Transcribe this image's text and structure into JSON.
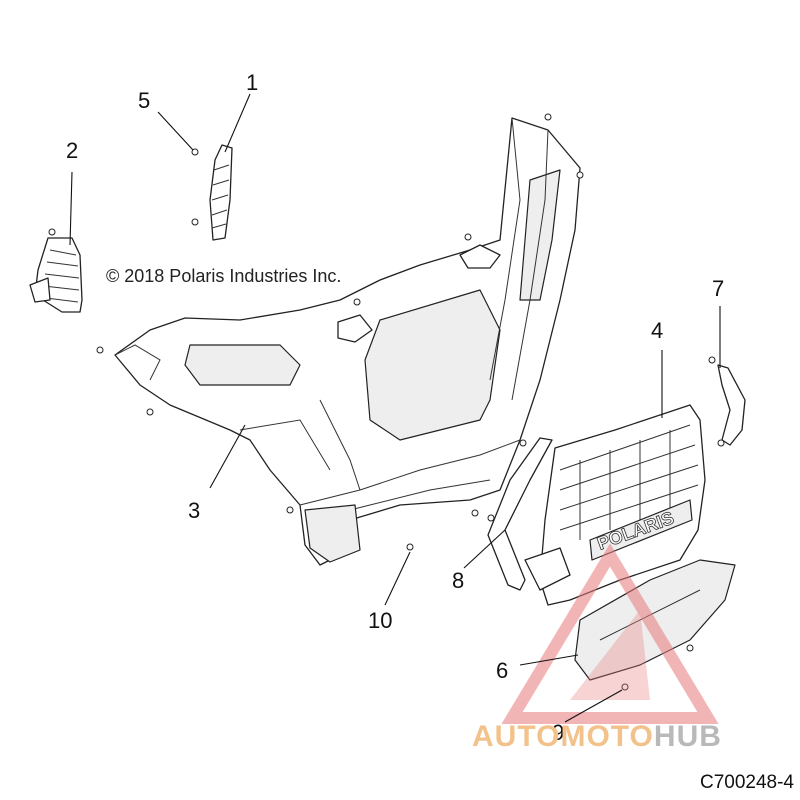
{
  "copyright": "© 2018 Polaris Industries Inc.",
  "diagram_code": "C700248-4",
  "callouts": [
    "1",
    "2",
    "3",
    "4",
    "5",
    "6",
    "7",
    "8",
    "9",
    "10"
  ],
  "grille_logo": "POLARIS",
  "watermark": {
    "word_accent": "AUTOMOTO",
    "word_plain": "HUB",
    "accent_color": "#f3c28a",
    "plain_color": "#b9b9b9",
    "triangle_color": "#e87a7a"
  }
}
